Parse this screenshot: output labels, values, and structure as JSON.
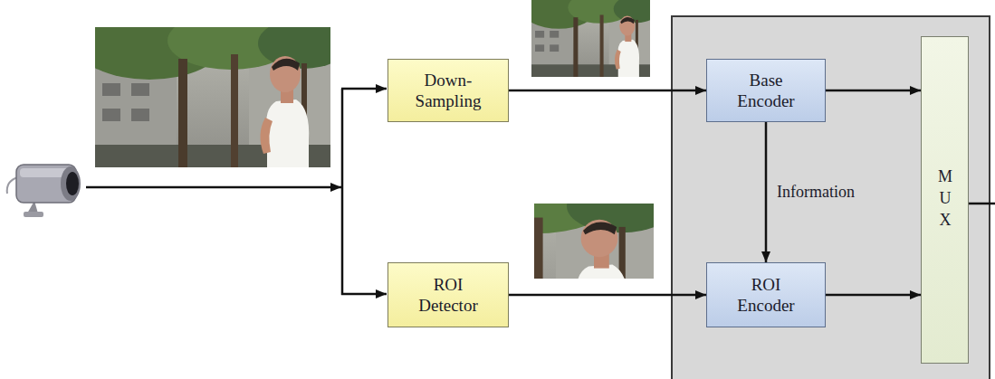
{
  "diagram": {
    "nodes": [
      {
        "text": [
          "Down- Sampling"
        ]
      },
      {
        "text": [
          "ROI Detector"
        ]
      },
      {
        "text": [
          "Base Encoder"
        ]
      },
      {
        "text": [
          "ROI Encoder"
        ]
      },
      {
        "text": [
          "MUX"
        ]
      }
    ],
    "edges": [
      {
        "from": 0,
        "to": 2,
        "arrow": "to"
      },
      {
        "from": 1,
        "to": 3,
        "arrow": "to"
      },
      {
        "from": 2,
        "to": 3,
        "arrow": "to",
        "label": "Information"
      },
      {
        "from": 2,
        "to": 4,
        "arrow": "to"
      },
      {
        "from": 3,
        "to": 4,
        "arrow": "to"
      }
    ]
  }
}
